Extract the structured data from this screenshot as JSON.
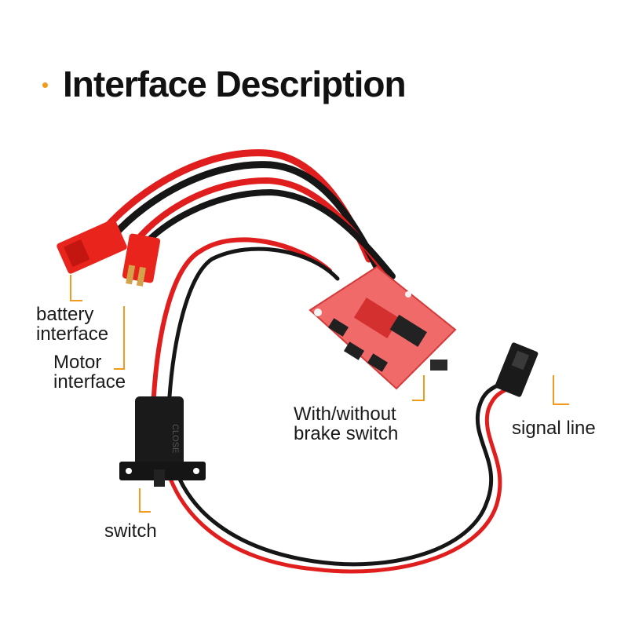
{
  "title": "Interface Description",
  "accent_color": "#f29a1c",
  "labels": {
    "battery": [
      "battery",
      "interface"
    ],
    "motor": [
      "Motor",
      "interface"
    ],
    "brake": [
      "With/without",
      "brake switch"
    ],
    "signal": "signal line",
    "switch": "switch"
  },
  "switch_marking": "CLOSE",
  "colors": {
    "red_wire": "#e01e1e",
    "black_wire": "#161616",
    "board": "#f06a6a",
    "connector": "#e8241c"
  }
}
